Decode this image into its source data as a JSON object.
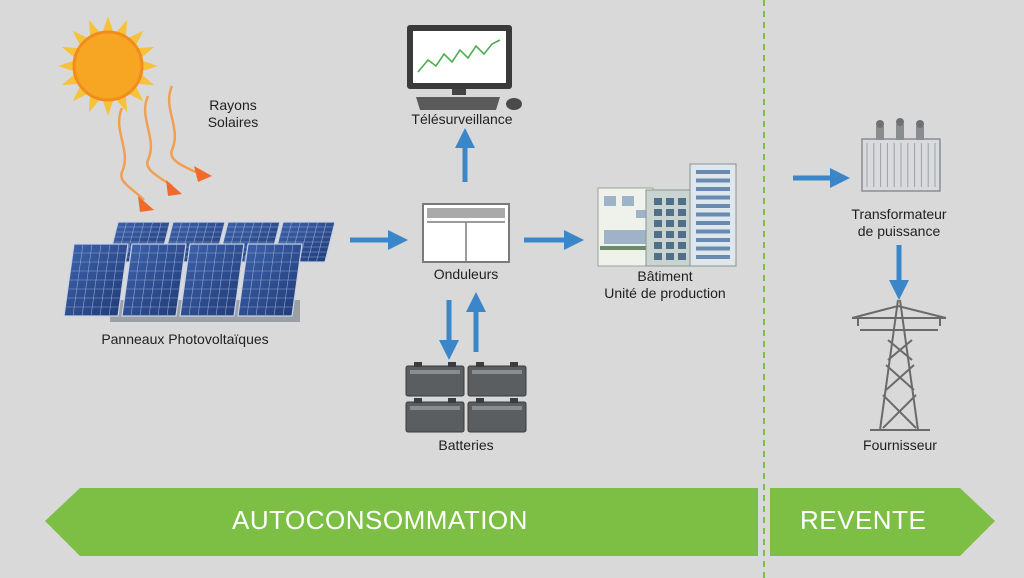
{
  "labels": {
    "sun": "Rayons Solaires",
    "sun_line1": "Rayons",
    "sun_line2": "Solaires",
    "panels": "Panneaux Photovoltaïques",
    "monitoring": "Télésurveillance",
    "inverters": "Onduleurs",
    "batteries": "Batteries",
    "building_line1": "Bâtiment",
    "building_line2": "Unité de production",
    "transformer_line1": "Transformateur",
    "transformer_line2": "de puissance",
    "supplier": "Fournisseur"
  },
  "bands": {
    "left": "AUTOCONSOMMATION",
    "right": "REVENTE"
  },
  "colors": {
    "background": "#d9d9d9",
    "arrow": "#3b86c8",
    "band": "#7cbf44",
    "sun": "#f6a623",
    "ray": "#f08a2c",
    "panel": "#2c4a8c",
    "divider": "#7cbf44"
  }
}
